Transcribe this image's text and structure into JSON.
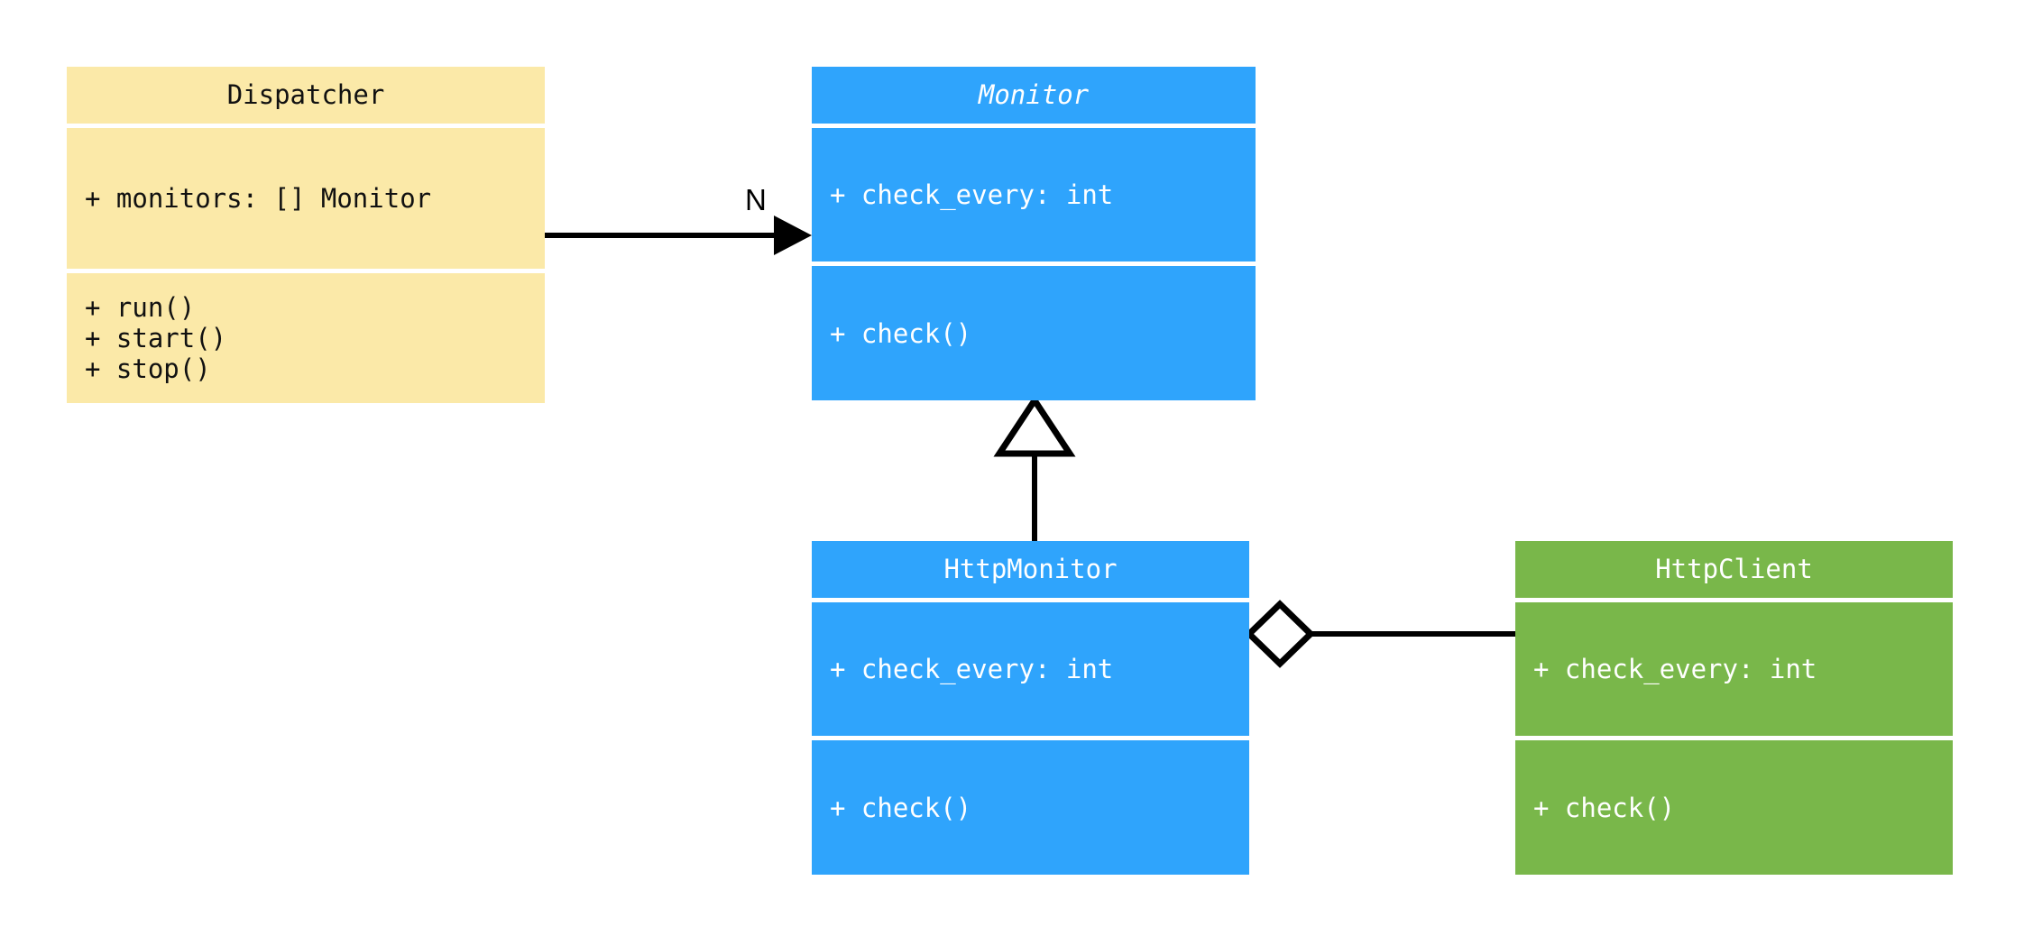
{
  "diagram": {
    "type": "uml-class-diagram",
    "background": "#ffffff",
    "palette": {
      "yellow": "#fbe9a8",
      "blue": "#2fa4fc",
      "green": "#79b74a",
      "line": "#000000",
      "dark_text": "#111111",
      "light_text": "#ffffff"
    }
  },
  "classes": {
    "dispatcher": {
      "name": "Dispatcher",
      "abstract": false,
      "color": "#fbe9a8",
      "attributes": [
        "+ monitors: [] Monitor"
      ],
      "methods": [
        "+ run()",
        "+ start()",
        "+ stop()"
      ]
    },
    "monitor": {
      "name": "Monitor",
      "abstract": true,
      "color": "#2fa4fc",
      "attributes": [
        "+ check_every: int"
      ],
      "methods": [
        "+ check()"
      ]
    },
    "http_monitor": {
      "name": "HttpMonitor",
      "abstract": false,
      "color": "#2fa4fc",
      "attributes": [
        "+ check_every: int"
      ],
      "methods": [
        "+ check()"
      ]
    },
    "http_client": {
      "name": "HttpClient",
      "abstract": false,
      "color": "#79b74a",
      "attributes": [
        "+ check_every: int"
      ],
      "methods": [
        "+ check()"
      ]
    }
  },
  "relationships": {
    "dispatcher_to_monitor": {
      "kind": "association",
      "from": "Dispatcher",
      "to": "Monitor",
      "arrow": "filled-arrowhead",
      "multiplicity_label": "N"
    },
    "http_monitor_to_monitor": {
      "kind": "generalization",
      "from": "HttpMonitor",
      "to": "Monitor",
      "arrow": "hollow-triangle",
      "multiplicity_label": ""
    },
    "http_monitor_to_http_client": {
      "kind": "aggregation",
      "from": "HttpMonitor",
      "to": "HttpClient",
      "arrow": "hollow-diamond",
      "multiplicity_label": ""
    }
  }
}
